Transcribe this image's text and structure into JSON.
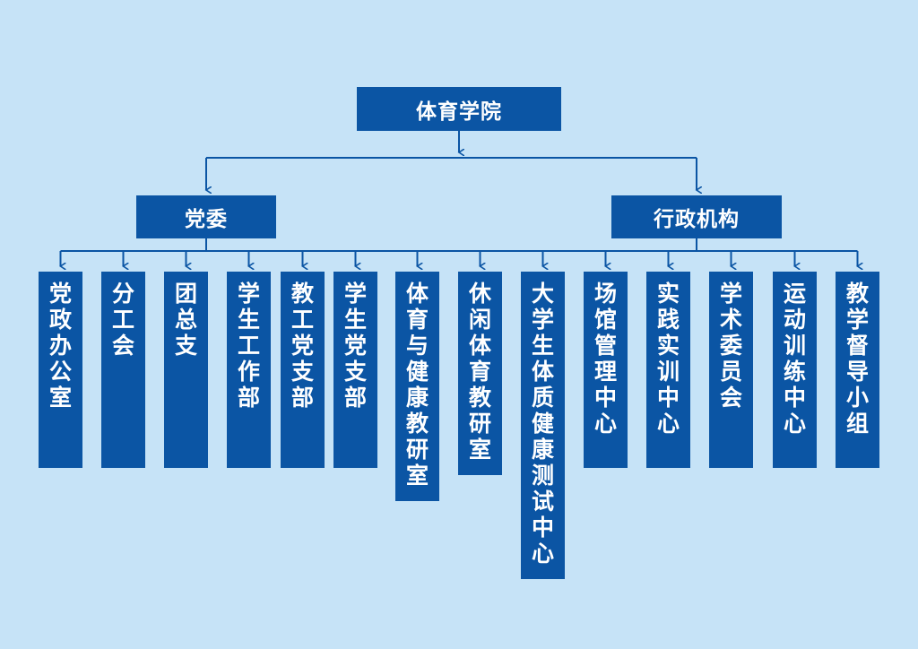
{
  "colors": {
    "background": "#c6e3f7",
    "box": "#0b55a4",
    "text": "#ffffff",
    "line": "#0b55a4"
  },
  "root": {
    "label": "体育学院"
  },
  "branches": [
    {
      "label": "党委"
    },
    {
      "label": "行政机构"
    }
  ],
  "units": [
    {
      "label": "党政办公室"
    },
    {
      "label": "分工会"
    },
    {
      "label": "团总支"
    },
    {
      "label": "学生工作部"
    },
    {
      "label": "教工党支部"
    },
    {
      "label": "学生党支部"
    },
    {
      "label": "体育与健康教研室"
    },
    {
      "label": "休闲体育教研室"
    },
    {
      "label": "大学生体质健康测试中心"
    },
    {
      "label": "场馆管理中心"
    },
    {
      "label": "实践实训中心"
    },
    {
      "label": "学术委员会"
    },
    {
      "label": "运动训练中心"
    },
    {
      "label": "教学督导小组"
    }
  ]
}
